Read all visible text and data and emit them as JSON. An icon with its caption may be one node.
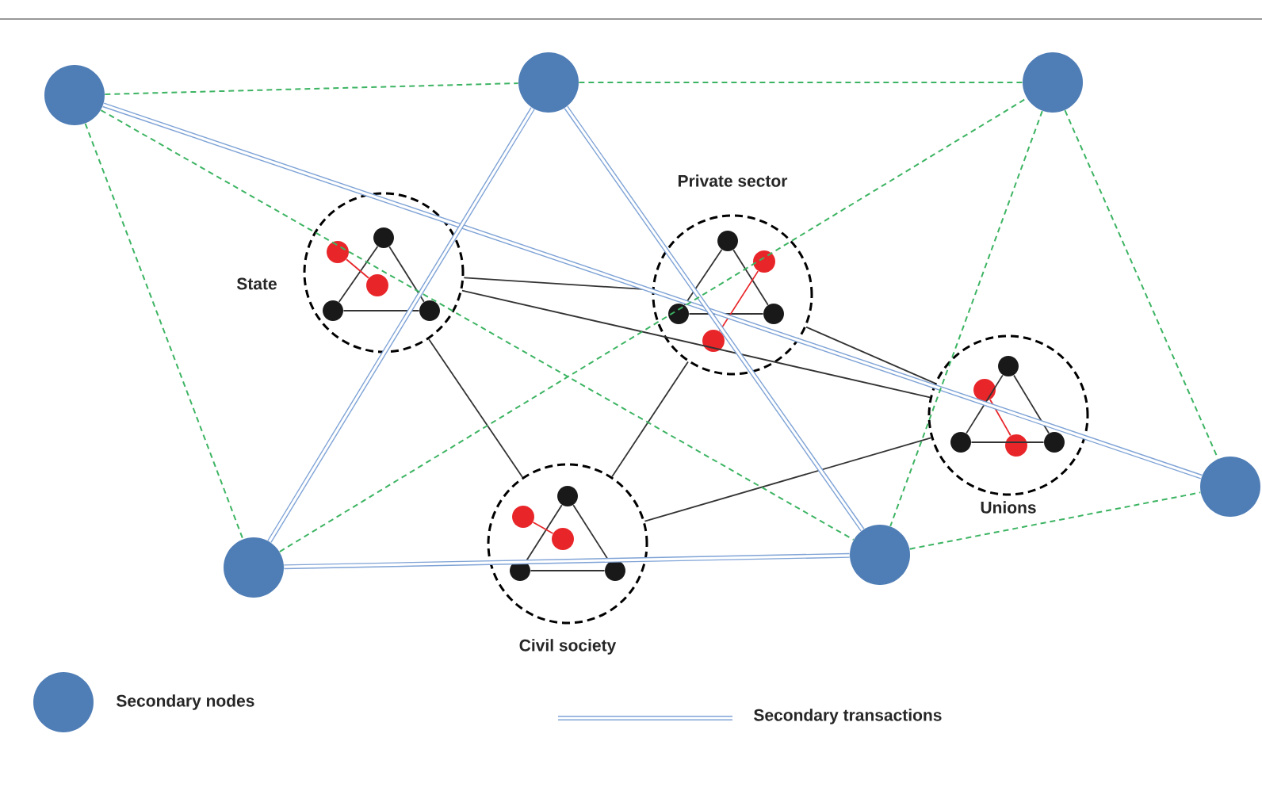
{
  "diagram": {
    "nodes": [
      {
        "text": [
          "State"
        ]
      },
      {
        "text": [],
        "shape": "circle",
        "in": 0
      },
      {
        "text": [],
        "shape": "circle",
        "in": 0
      },
      {
        "text": [],
        "shape": "circle",
        "in": 0
      },
      {
        "text": [],
        "shape": "circle",
        "in": 0
      },
      {
        "text": [],
        "shape": "circle",
        "in": 0
      },
      {
        "text": [
          "Private sector"
        ]
      },
      {
        "text": [],
        "shape": "circle",
        "in": 6
      },
      {
        "text": [],
        "shape": "circle",
        "in": 6
      },
      {
        "text": [],
        "shape": "circle",
        "in": 6
      },
      {
        "text": [],
        "shape": "circle",
        "in": 6
      },
      {
        "text": [],
        "shape": "circle",
        "in": 6
      },
      {
        "text": [
          "Unions"
        ]
      },
      {
        "text": [],
        "shape": "circle",
        "in": 12
      },
      {
        "text": [],
        "shape": "circle",
        "in": 12
      },
      {
        "text": [],
        "shape": "circle",
        "in": 12
      },
      {
        "text": [],
        "shape": "circle",
        "in": 12
      },
      {
        "text": [],
        "shape": "circle",
        "in": 12
      },
      {
        "text": [
          "Civil society"
        ]
      },
      {
        "text": [],
        "shape": "circle",
        "in": 18
      },
      {
        "text": [],
        "shape": "circle",
        "in": 18
      },
      {
        "text": [],
        "shape": "circle",
        "in": 18
      },
      {
        "text": [],
        "shape": "circle",
        "in": 18
      },
      {
        "text": [],
        "shape": "circle",
        "in": 18
      },
      {
        "text": [],
        "shape": "circle"
      },
      {
        "text": [],
        "shape": "circle"
      },
      {
        "text": [],
        "shape": "circle"
      },
      {
        "text": [],
        "shape": "circle"
      },
      {
        "text": [],
        "shape": "circle"
      },
      {
        "text": [],
        "shape": "circle"
      }
    ],
    "edges": [
      {
        "from": 1,
        "to": 2,
        "arrow": "none"
      },
      {
        "from": 1,
        "to": 3,
        "arrow": "none"
      },
      {
        "from": 2,
        "to": 3,
        "arrow": "none"
      },
      {
        "from": 4,
        "to": 5,
        "arrow": "none",
        "color": "#e8262a"
      },
      {
        "from": 7,
        "to": 8,
        "arrow": "none"
      },
      {
        "from": 7,
        "to": 9,
        "arrow": "none"
      },
      {
        "from": 8,
        "to": 9,
        "arrow": "none"
      },
      {
        "from": 10,
        "to": 11,
        "arrow": "none",
        "color": "#e8262a"
      },
      {
        "from": 13,
        "to": 14,
        "arrow": "none"
      },
      {
        "from": 13,
        "to": 15,
        "arrow": "none"
      },
      {
        "from": 14,
        "to": 15,
        "arrow": "none"
      },
      {
        "from": 16,
        "to": 17,
        "arrow": "none",
        "color": "#e8262a"
      },
      {
        "from": 19,
        "to": 20,
        "arrow": "none"
      },
      {
        "from": 19,
        "to": 21,
        "arrow": "none"
      },
      {
        "from": 20,
        "to": 21,
        "arrow": "none"
      },
      {
        "from": 22,
        "to": 23,
        "arrow": "none",
        "color": "#e8262a"
      },
      {
        "from": 0,
        "to": 6,
        "arrow": "none"
      },
      {
        "from": 0,
        "to": 12,
        "arrow": "none"
      },
      {
        "from": 0,
        "to": 18,
        "arrow": "none"
      },
      {
        "from": 6,
        "to": 12,
        "arrow": "none"
      },
      {
        "from": 6,
        "to": 18,
        "arrow": "none"
      },
      {
        "from": 18,
        "to": 12,
        "arrow": "none"
      },
      {
        "from": 24,
        "to": 27,
        "arrow": "none",
        "style": "thick",
        "color": "#7fa3d6"
      },
      {
        "from": 25,
        "to": 28,
        "arrow": "none",
        "style": "thick",
        "color": "#7fa3d6"
      },
      {
        "from": 25,
        "to": 29,
        "arrow": "none",
        "style": "thick",
        "color": "#7fa3d6"
      },
      {
        "from": 28,
        "to": 29,
        "arrow": "none",
        "style": "thick",
        "color": "#7fa3d6"
      },
      {
        "from": 24,
        "to": 25,
        "arrow": "none",
        "style": "dashed",
        "color": "#3db463"
      },
      {
        "from": 25,
        "to": 26,
        "arrow": "none",
        "style": "dashed",
        "color": "#3db463"
      },
      {
        "from": 24,
        "to": 28,
        "arrow": "none",
        "style": "dashed",
        "color": "#3db463"
      },
      {
        "from": 24,
        "to": 29,
        "arrow": "none",
        "style": "dashed",
        "color": "#3db463"
      },
      {
        "from": 28,
        "to": 26,
        "arrow": "none",
        "style": "dashed",
        "color": "#3db463"
      },
      {
        "from": 26,
        "to": 29,
        "arrow": "none",
        "style": "dashed",
        "color": "#3db463"
      },
      {
        "from": 26,
        "to": 27,
        "arrow": "none",
        "style": "dashed",
        "color": "#3db463"
      },
      {
        "from": 29,
        "to": 27,
        "arrow": "none",
        "style": "dashed",
        "color": "#3db463"
      }
    ],
    "legend": [
      {
        "text": "Secondary nodes",
        "color": "#4f7db5"
      },
      {
        "text": "Secondary transactions"
      }
    ]
  }
}
